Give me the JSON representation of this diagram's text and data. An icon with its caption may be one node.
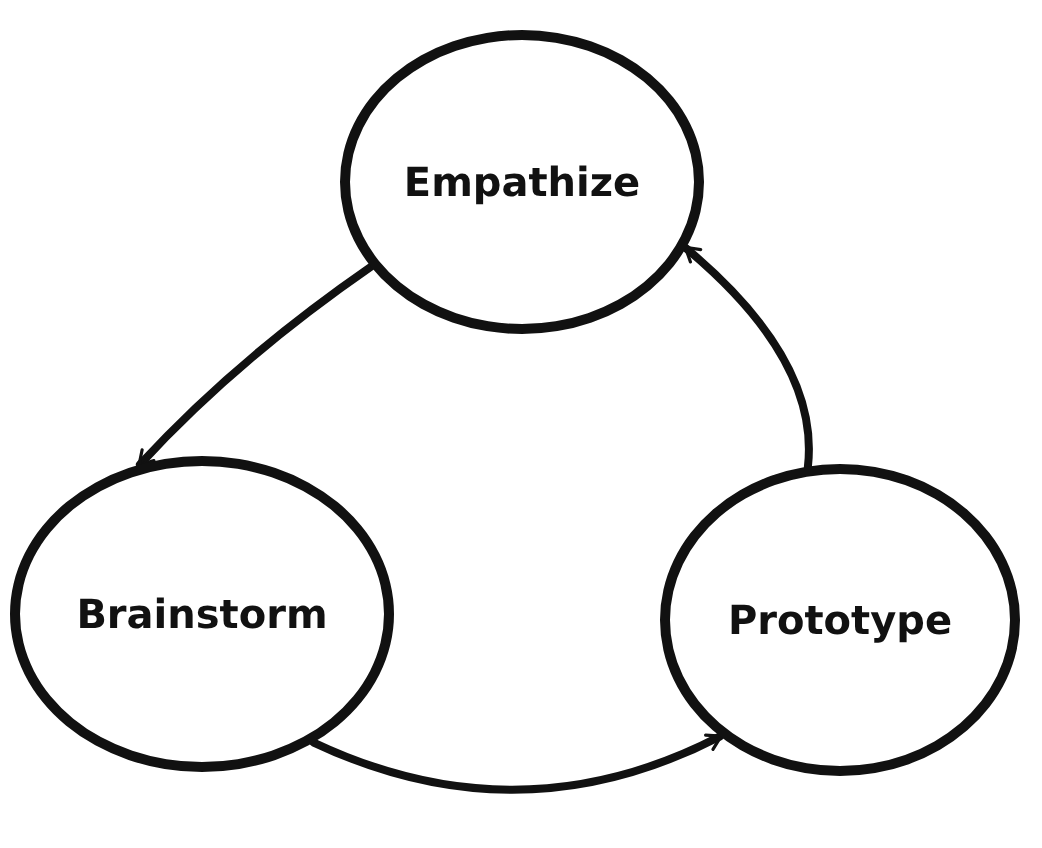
{
  "diagram": {
    "nodes": [
      {
        "text": [
          "Empathize"
        ]
      },
      {
        "text": [
          "Brainstorm"
        ]
      },
      {
        "text": [
          "Prototype"
        ]
      }
    ],
    "edges": [
      {
        "from": 0,
        "to": 1,
        "arrow": "to"
      },
      {
        "from": 1,
        "to": 2,
        "arrow": "to"
      },
      {
        "from": 2,
        "to": 0,
        "arrow": "to"
      }
    ]
  }
}
